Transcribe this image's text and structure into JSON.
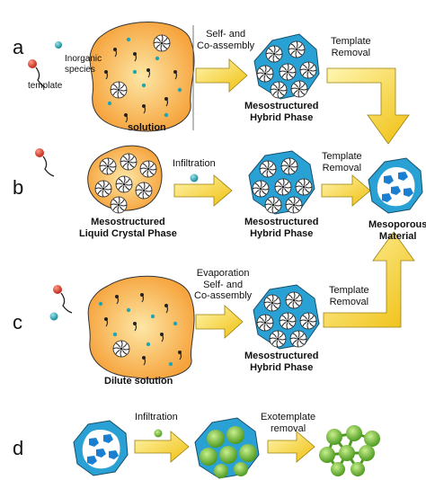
{
  "row_labels": [
    "a",
    "b",
    "c",
    "d"
  ],
  "legend_a": {
    "inorganic": [
      "Inorganic",
      "species"
    ],
    "template": "template"
  },
  "row_a": {
    "solution": "solution",
    "arrow1": [
      "Self- and",
      "Co-assembly"
    ],
    "hybrid": [
      "Mesostructured",
      "Hybrid Phase"
    ],
    "removal": [
      "Template",
      "Removal"
    ]
  },
  "row_b": {
    "lc_phase": [
      "Mesostructured",
      "Liquid Crystal Phase"
    ],
    "arrow1": "Infiltration",
    "hybrid": [
      "Mesostructured",
      "Hybrid Phase"
    ],
    "removal": [
      "Template",
      "Removal"
    ]
  },
  "mesoporous": [
    "Mesoporous",
    "Material"
  ],
  "row_c": {
    "arrow1": [
      "Evaporation",
      "Self- and",
      "Co-assembly"
    ],
    "solution": "Dilute solution",
    "hybrid": [
      "Mesostructured",
      "Hybrid Phase"
    ],
    "removal": [
      "Template",
      "Removal"
    ]
  },
  "row_d": {
    "arrow1": "Infiltration",
    "arrow2": [
      "Exotemplate",
      "removal"
    ]
  },
  "colors": {
    "solution_fill": "#f6a33c",
    "solution_center": "#fde7a6",
    "hybrid_fill": "#2aa1d4",
    "arrow_fill": "#f3d21c",
    "pore_blue": "#1a7fd1",
    "sphere_green": "#7fc241",
    "red_head": "#e23b2b",
    "teal": "#1ea6b3"
  }
}
